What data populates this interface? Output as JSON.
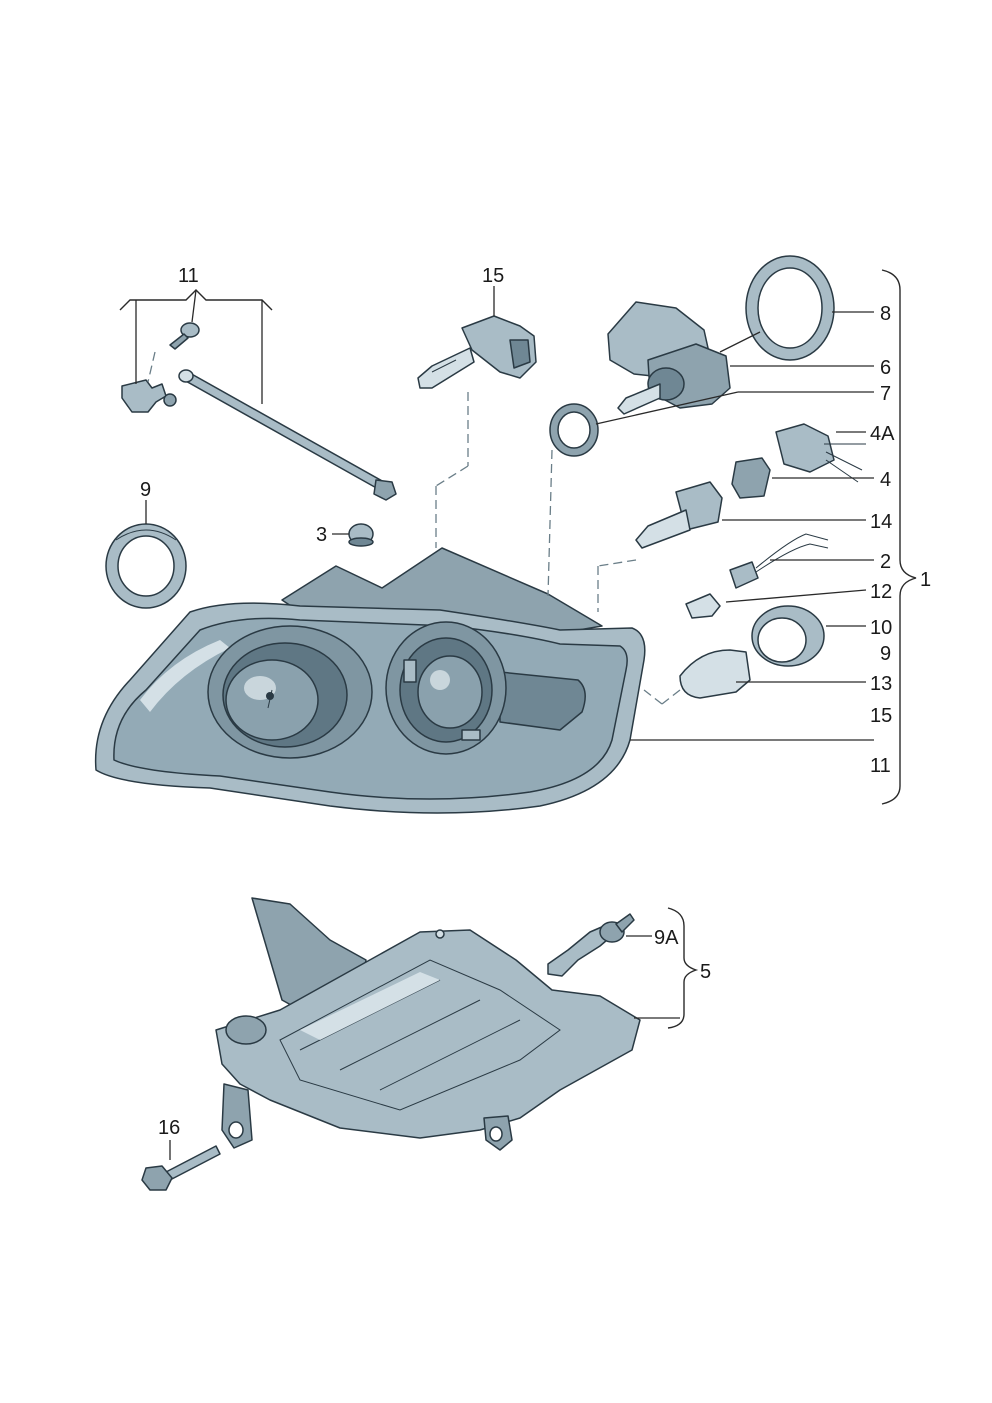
{
  "colors": {
    "part_fill": "#a9bcc6",
    "part_dark": "#6f8794",
    "part_light": "#d4e0e6",
    "outline": "#2a3a44",
    "lens": "#8aa1ad"
  },
  "callouts": {
    "c1": "1",
    "c2": "2",
    "c3": "3",
    "c4": "4",
    "c4a": "4A",
    "c5": "5",
    "c6": "6",
    "c7": "7",
    "c8": "8",
    "c9_left": "9",
    "c9_right": "9",
    "c9a": "9A",
    "c10": "10",
    "c11_top": "11",
    "c11_right": "11",
    "c12": "12",
    "c13": "13",
    "c14": "14",
    "c15_top": "15",
    "c15_right": "15",
    "c16": "16"
  }
}
